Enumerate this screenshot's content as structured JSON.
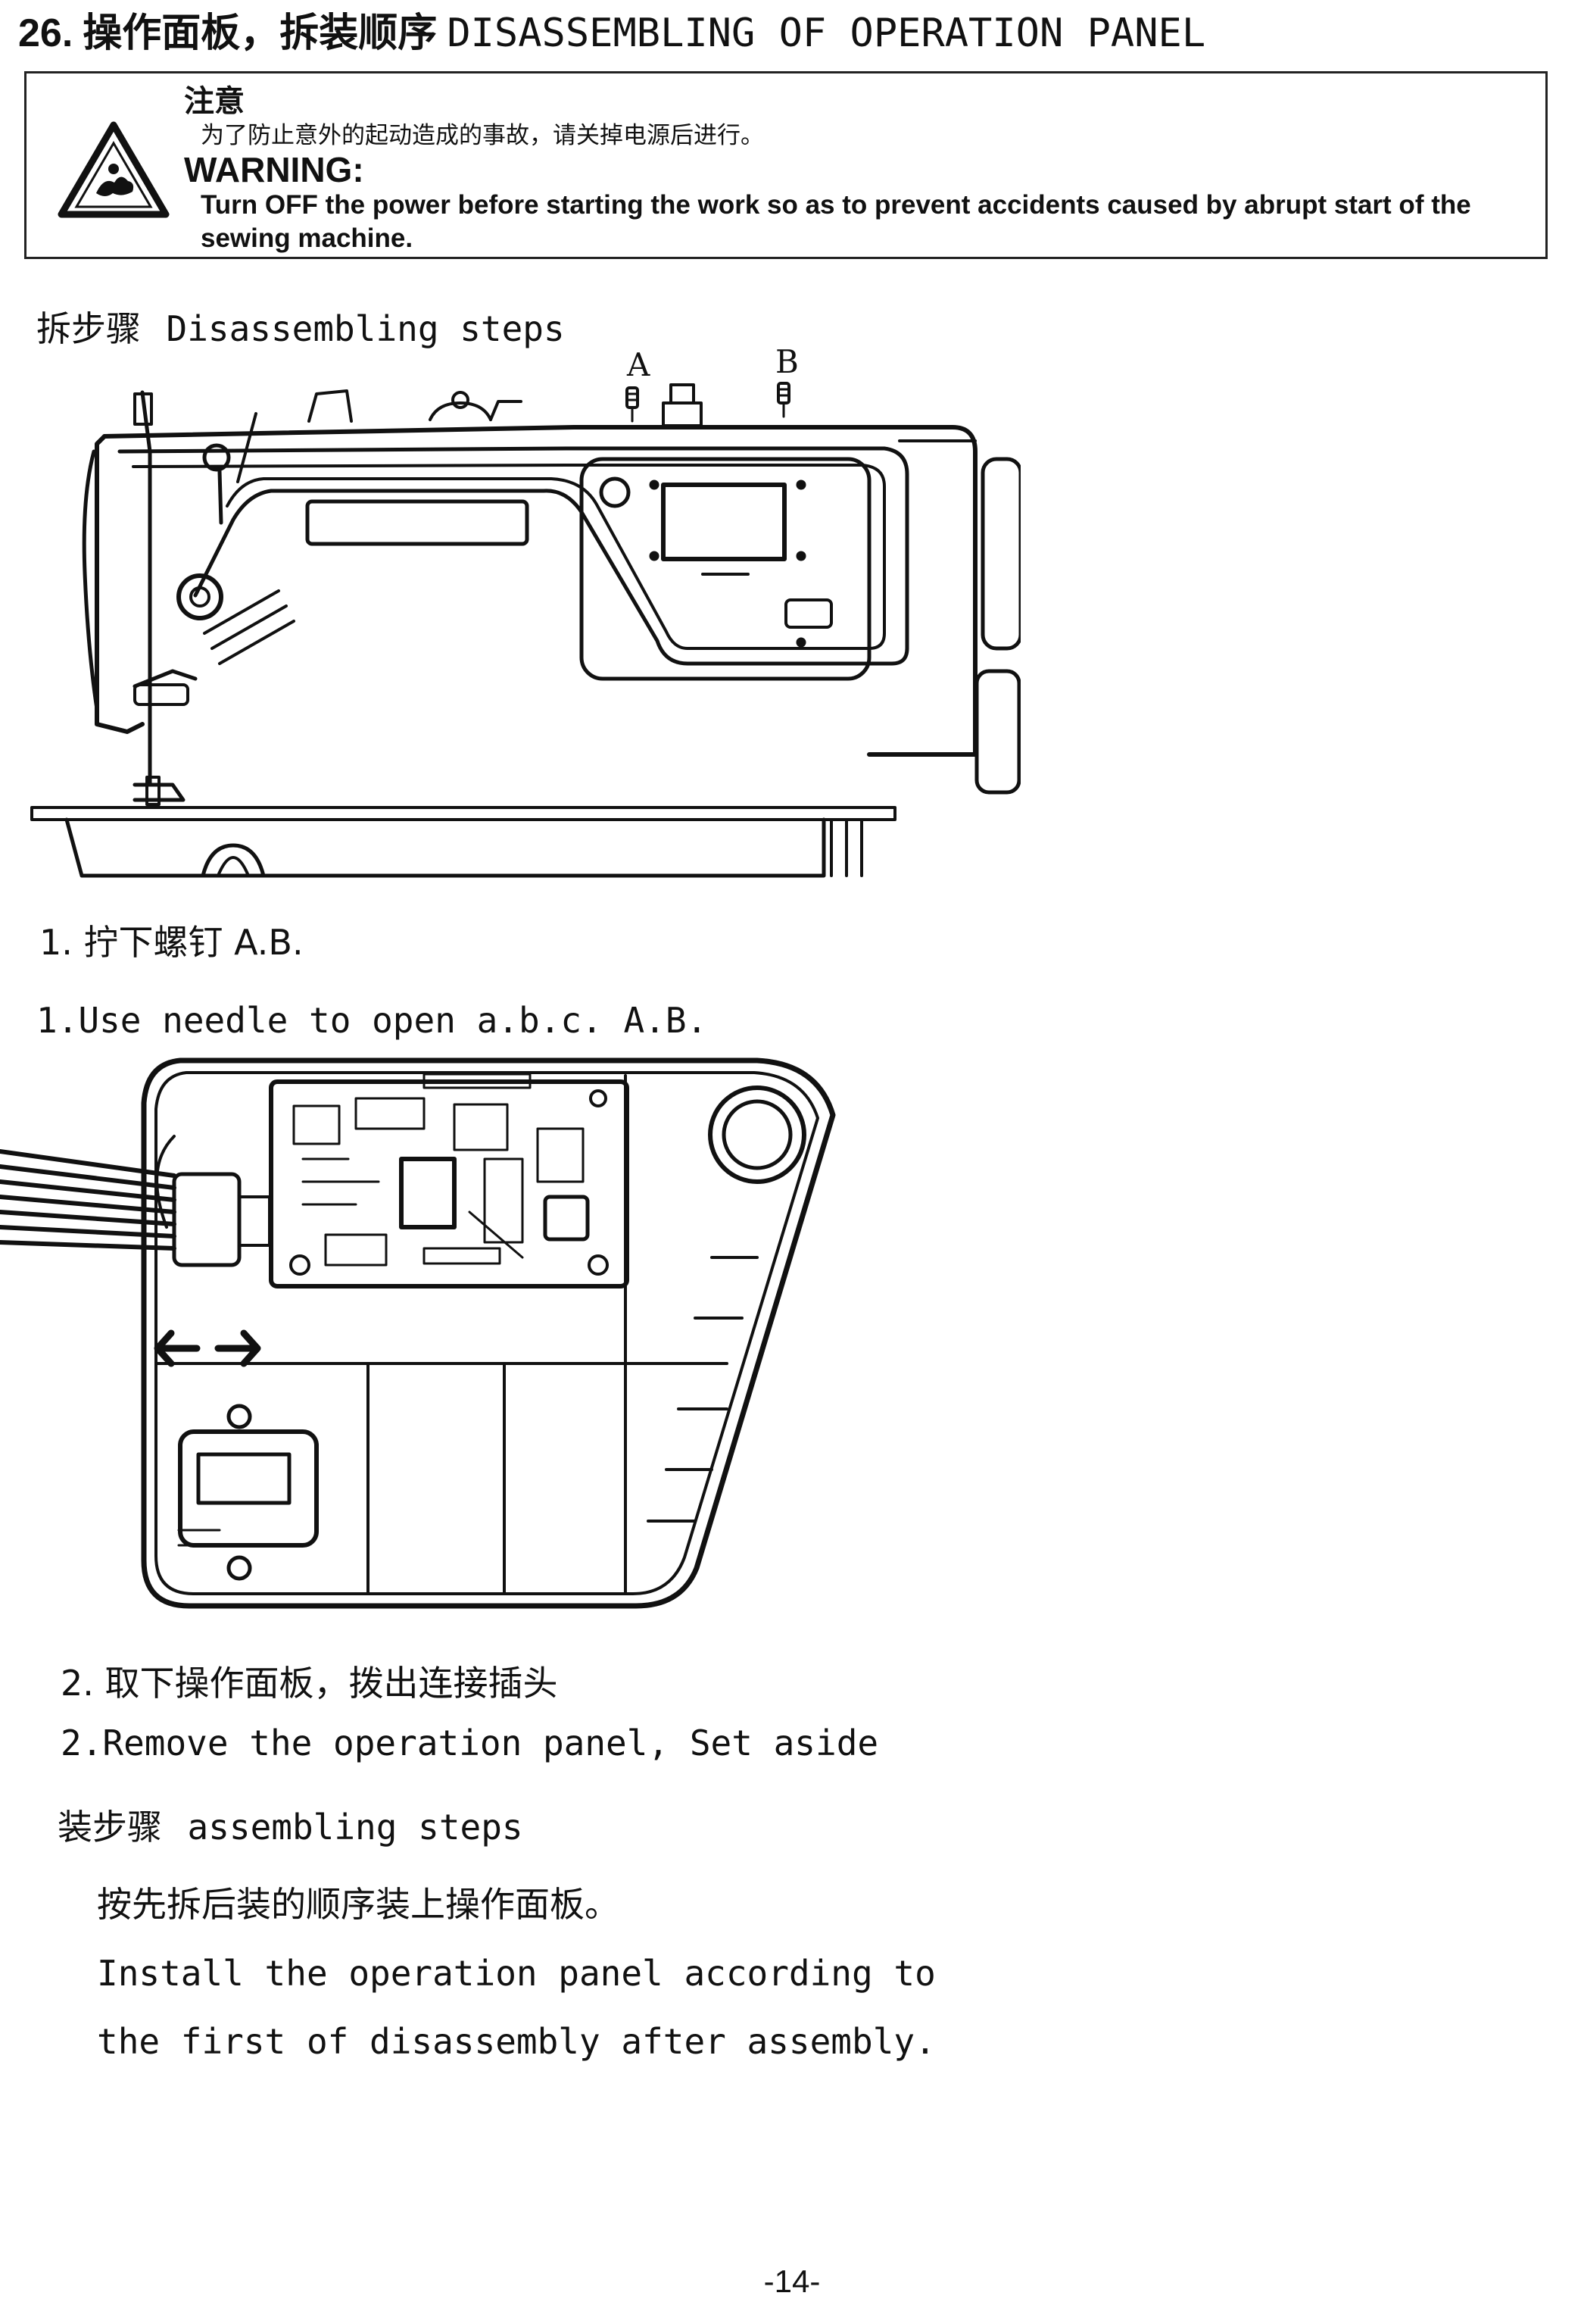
{
  "header": {
    "number": "26.",
    "title_zh": "操作面板，拆装顺序",
    "title_en": "DISASSEMBLING OF OPERATION PANEL"
  },
  "warning": {
    "icon": "caution-triangle-icon",
    "heading_zh": "注意",
    "text_zh": "为了防止意外的起动造成的事故，请关掉电源后进行。",
    "heading_en": "WARNING:",
    "text_en": "Turn OFF the power before starting the work so as to prevent accidents caused by abrupt start of the sewing machine."
  },
  "disassembly": {
    "heading_zh": "拆步骤",
    "heading_en": "Disassembling steps",
    "figure1": {
      "label_a": "A",
      "label_b": "B"
    },
    "step1_zh": "1. 拧下螺钉 A.B.",
    "step1_en": "1.Use needle to open a.b.c. A.B.",
    "step2_zh": "2. 取下操作面板，拨出连接插头",
    "step2_en": "2.Remove the operation panel, Set aside"
  },
  "assembly": {
    "heading_zh": "装步骤",
    "heading_en": "assembling steps",
    "text_zh": "按先拆后装的顺序装上操作面板。",
    "text_en_line1": "Install the operation panel according to",
    "text_en_line2": "the first of disassembly after assembly."
  },
  "footer": {
    "page_number": "-14-"
  }
}
